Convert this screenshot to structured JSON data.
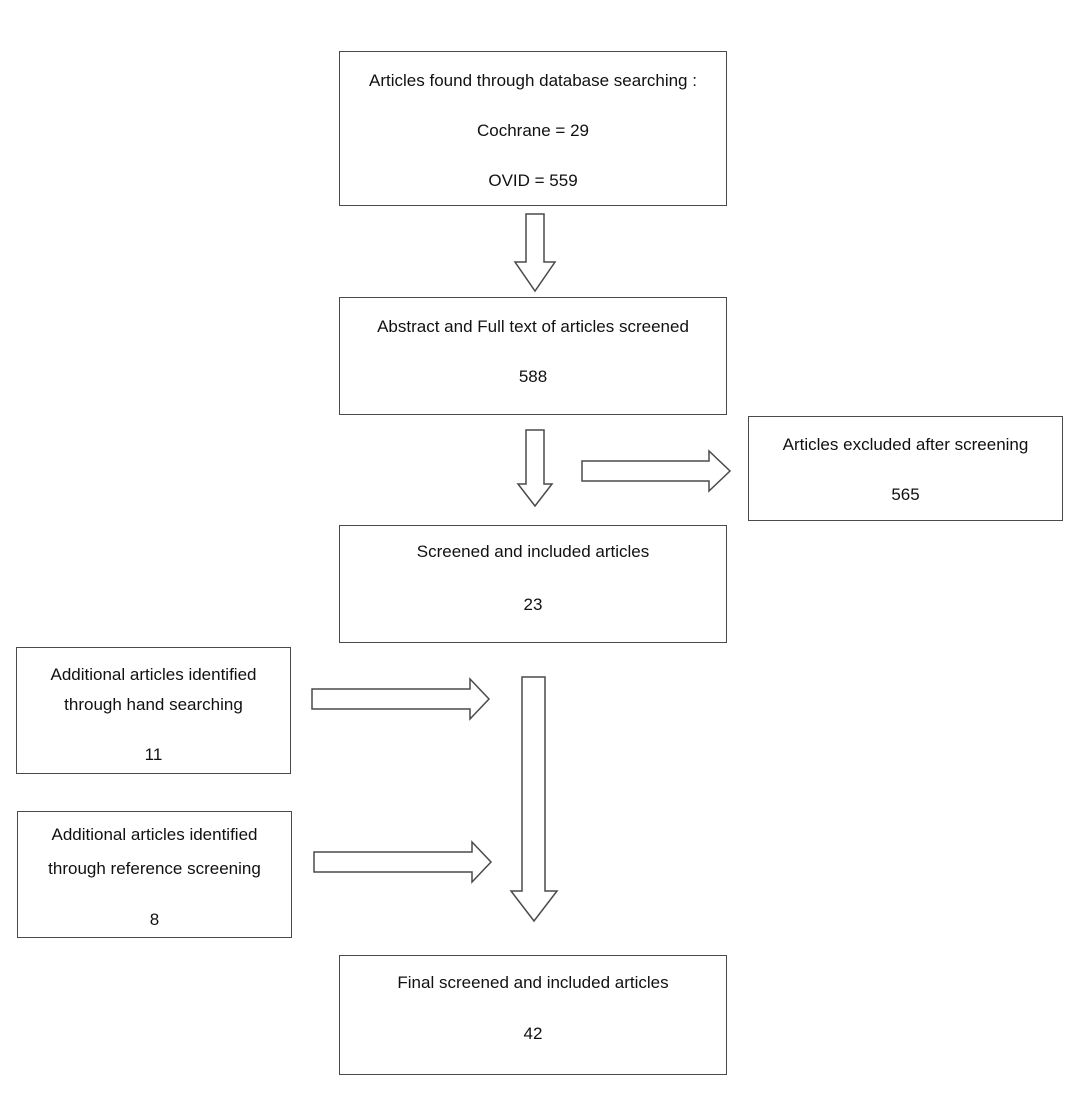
{
  "boxes": {
    "database_search": {
      "title": "Articles found through database searching :",
      "line1": "Cochrane = 29",
      "line2": "OVID = 559"
    },
    "abstract_screened": {
      "title": "Abstract and Full text of articles screened",
      "count": "588"
    },
    "excluded": {
      "title": "Articles excluded after screening",
      "count": "565"
    },
    "screened_included": {
      "title": "Screened and included articles",
      "count": "23"
    },
    "hand_search": {
      "line1": "Additional articles identified",
      "line2": "through hand searching",
      "count": "11"
    },
    "reference_screening": {
      "line1": "Additional articles identified",
      "line2": "through reference screening",
      "count": "8"
    },
    "final_included": {
      "title": "Final screened and included articles",
      "count": "42"
    }
  }
}
